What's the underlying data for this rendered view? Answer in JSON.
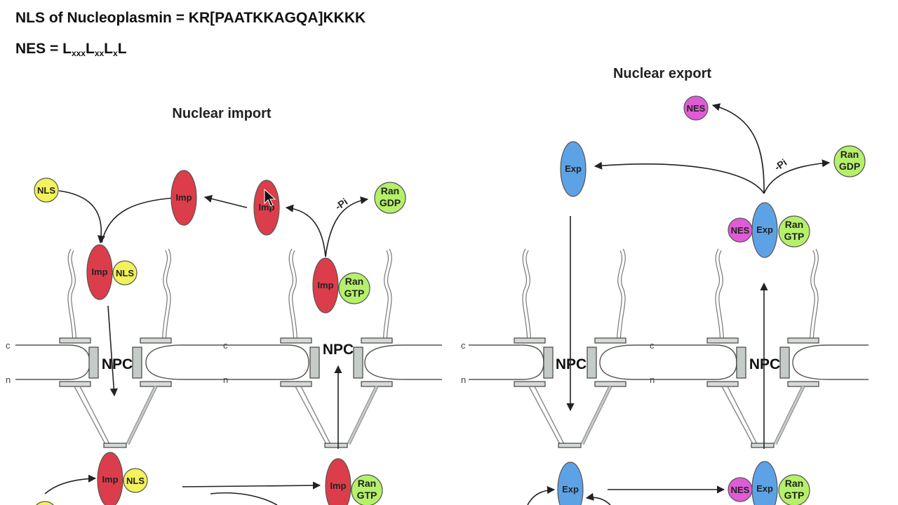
{
  "header": {
    "nls_text": "NLS of Nucleoplasmin = KR[PAATKKAGQA]KKKK",
    "nes_prefix": "NES = ",
    "nes_L": "L",
    "nes_xxx": "xxx",
    "nes_xx": "xx",
    "nes_x": "x"
  },
  "import": {
    "title": "Nuclear import",
    "npc_label": "NPC",
    "imp": "Imp",
    "nls": "NLS",
    "ran": "Ran",
    "gdp": "GDP",
    "gtp": "GTP",
    "pi": "-Pi"
  },
  "export": {
    "title": "Nuclear export",
    "npc_label": "NPC",
    "exp": "Exp",
    "nes": "NES",
    "ran": "Ran",
    "gdp": "GDP",
    "gtp": "GTP",
    "pi": "-Pi"
  },
  "side_labels": {
    "c": "c",
    "n": "n"
  },
  "colors": {
    "importin": "#dc3d4a",
    "exportin": "#5ea2e6",
    "nls": "#f2f25a",
    "ran": "#b5f06a",
    "nes": "#e05cd6",
    "npc": "#c5cbc6"
  }
}
